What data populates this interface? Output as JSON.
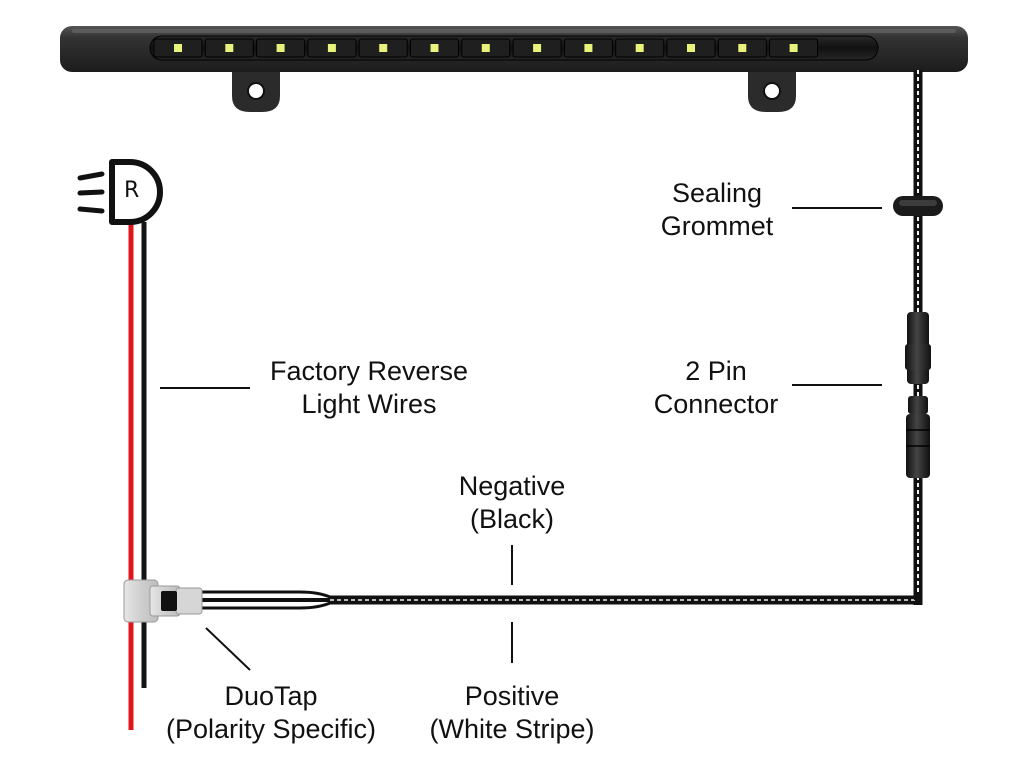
{
  "colors": {
    "bar_body": "#2e2e2e",
    "lens": "#151515",
    "led": "#e9f27a",
    "positive_wire": "#e0141b",
    "negative_wire": "#141414",
    "leader_line": "#111111"
  },
  "led_count": 13,
  "icon": {
    "name": "reverse-light-icon",
    "letter": "R"
  },
  "labels": {
    "sealing_grommet": {
      "line1": "Sealing",
      "line2": "Grommet"
    },
    "connector": {
      "line1": "2 Pin",
      "line2": "Connector"
    },
    "factory_wires": {
      "line1": "Factory Reverse",
      "line2": "Light Wires"
    },
    "negative": {
      "line1": "Negative",
      "line2": "(Black)"
    },
    "positive": {
      "line1": "Positive",
      "line2": "(White Stripe)"
    },
    "duotap": {
      "line1": "DuoTap",
      "line2": "(Polarity Specific)"
    }
  }
}
